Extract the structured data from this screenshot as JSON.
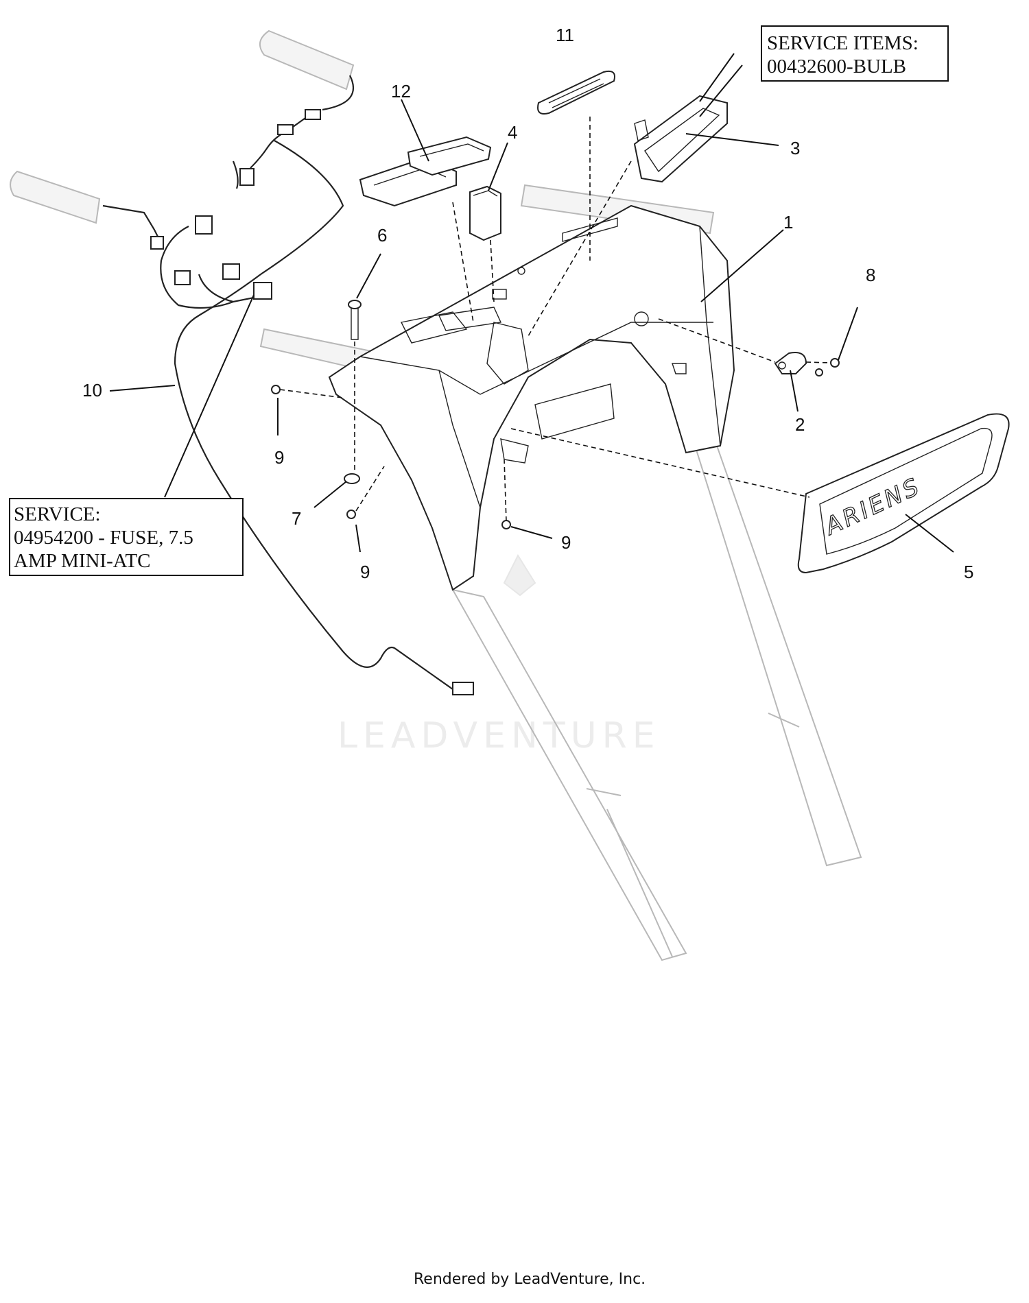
{
  "service_boxes": {
    "top_right": {
      "line1": "SERVICE ITEMS:",
      "line2": "00432600-BULB"
    },
    "left": {
      "line1": "SERVICE:",
      "line2": "04954200 - FUSE, 7.5",
      "line3": "AMP MINI-ATC"
    }
  },
  "callouts": {
    "c1": "1",
    "c2": "2",
    "c3": "3",
    "c4": "4",
    "c5": "5",
    "c6": "6",
    "c7": "7",
    "c8": "8",
    "c9a": "9",
    "c9b": "9",
    "c9c": "9",
    "c10": "10",
    "c11": "11",
    "c12": "12"
  },
  "brand_logo": "ARIENS",
  "watermark": "LEADVENTURE",
  "footer": "Rendered by LeadVenture, Inc."
}
